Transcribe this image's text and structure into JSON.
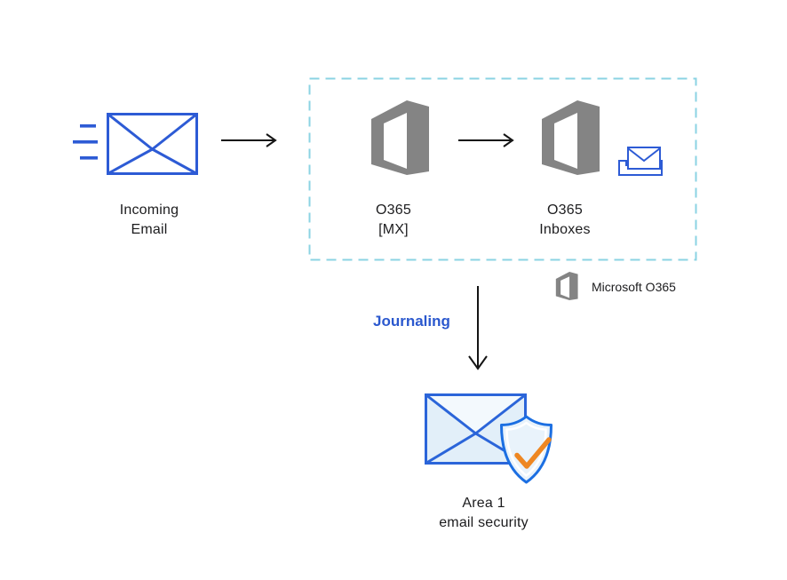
{
  "nodes": {
    "incoming": {
      "line1": "Incoming",
      "line2": "Email"
    },
    "o365_mx": {
      "line1": "O365",
      "line2": "[MX]"
    },
    "o365_inboxes": {
      "line1": "O365",
      "line2": "Inboxes"
    },
    "area1": {
      "line1": "Area 1",
      "line2": "email security"
    }
  },
  "legend": {
    "label": "Microsoft O365"
  },
  "flow": {
    "journaling_label": "Journaling"
  },
  "icons": {
    "incoming": "incoming-email-envelope-icon",
    "o365": "office365-logo-icon",
    "inbox": "inbox-tray-envelope-icon",
    "area1": "envelope-shield-check-icon"
  },
  "colors": {
    "envelope_blue": "#2d5bd5",
    "area1_blue": "#2b65d9",
    "office_gray": "#848484",
    "dashed_border": "#8bd3e3",
    "journaling_text": "#2b58ce",
    "shield_blue": "#1c6fe2",
    "check_orange": "#ee8722",
    "arrow_color": "#141414",
    "label_color": "#1c1c1e",
    "envelope_fill": "#e2eff9",
    "flap_fill": "#f3f9fd",
    "shield_fill": "#e9f3fb"
  }
}
